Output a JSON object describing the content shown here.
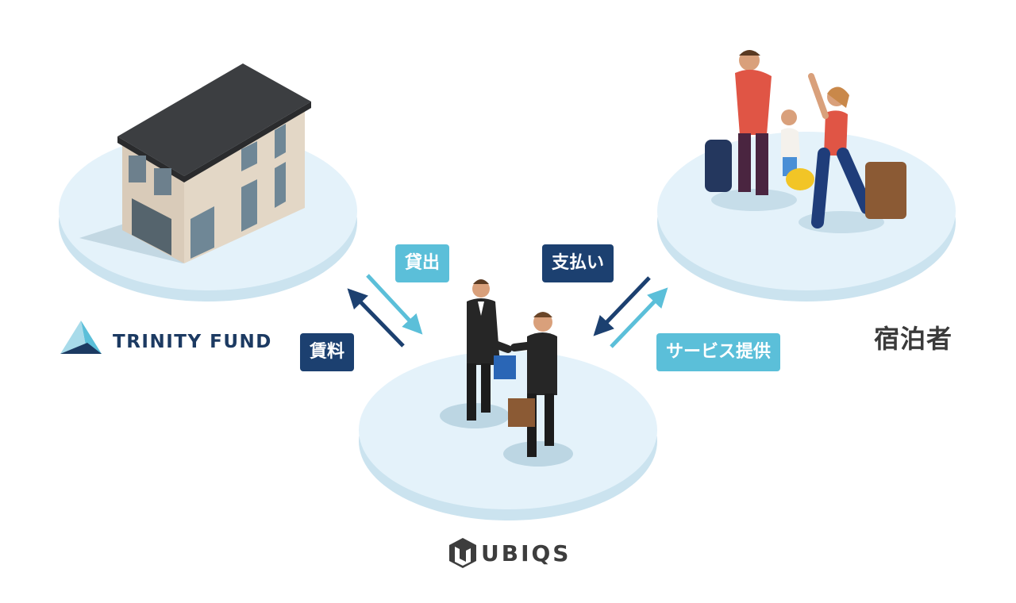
{
  "labels": {
    "lend": "貸出",
    "payment": "支払い",
    "rent": "賃料",
    "service": "サービス提供"
  },
  "nodes": {
    "fund_name": "TRINITY FUND",
    "operator_name": "UBIQS",
    "guest_name": "宿泊者"
  },
  "colors": {
    "light_tag": "#5bbfd9",
    "dark_tag": "#1c4070",
    "platform_top": "#e4f2fa",
    "platform_side": "#cbe3ef"
  },
  "icons": [
    "building-illustration",
    "businessmen-handshake-illustration",
    "family-travelers-illustration",
    "trinity-fund-logo-icon",
    "ubiqs-logo-icon",
    "arrow-icon"
  ]
}
